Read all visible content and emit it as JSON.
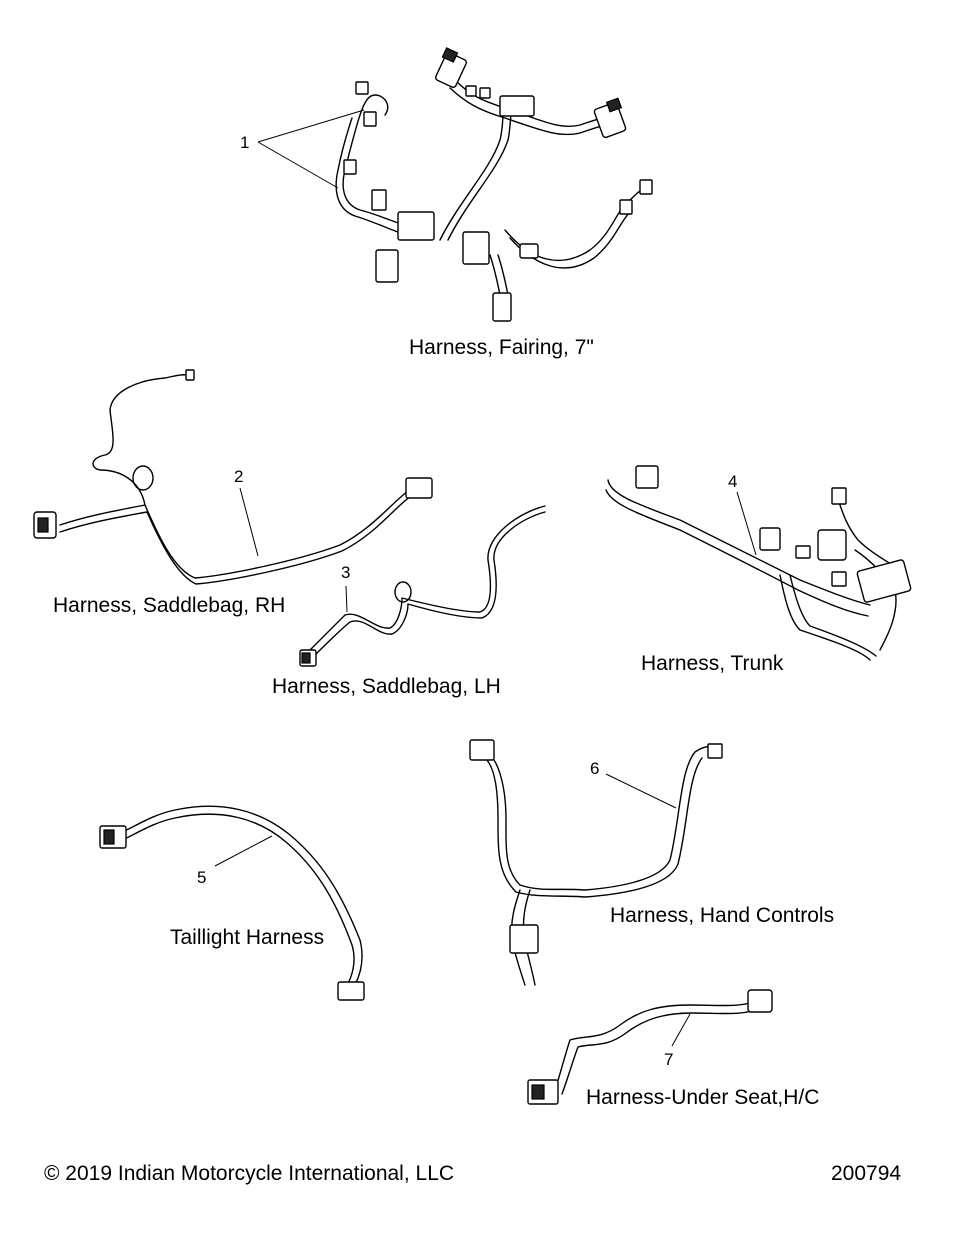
{
  "parts": [
    {
      "callout": "1",
      "caption": "Harness, Fairing, 7\""
    },
    {
      "callout": "2",
      "caption": "Harness, Saddlebag, RH"
    },
    {
      "callout": "3",
      "caption": "Harness, Saddlebag, LH"
    },
    {
      "callout": "4",
      "caption": "Harness, Trunk"
    },
    {
      "callout": "5",
      "caption": "Taillight Harness"
    },
    {
      "callout": "6",
      "caption": "Harness, Hand Controls"
    },
    {
      "callout": "7",
      "caption": "Harness-Under Seat,H/C"
    }
  ],
  "footer": {
    "copyright": "© 2019 Indian Motorcycle International, LLC",
    "figure_number": "200794"
  }
}
